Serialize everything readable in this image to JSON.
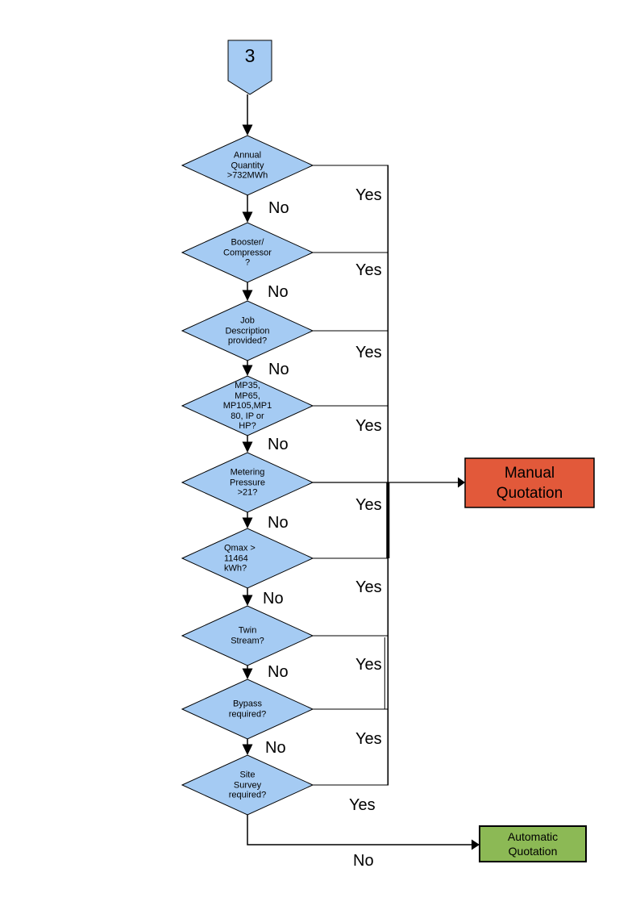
{
  "colors": {
    "node_fill": "#A5CBF3",
    "manual_fill": "#E2593A",
    "automatic_fill": "#8CB955",
    "line": "#000000"
  },
  "connector": {
    "label": "3"
  },
  "branch_labels": {
    "yes": "Yes",
    "no": "No"
  },
  "decisions": [
    {
      "id": "annual-quantity",
      "label": "Annual\nQuantity\n>732MWh",
      "yes_to": "manual-quotation",
      "no_to": "booster-compressor"
    },
    {
      "id": "booster-compressor",
      "label": "Booster/\nCompressor\n?",
      "yes_to": "manual-quotation",
      "no_to": "job-description"
    },
    {
      "id": "job-description",
      "label": "Job\nDescription\nprovided?",
      "yes_to": "manual-quotation",
      "no_to": "meter-type"
    },
    {
      "id": "meter-type",
      "label": "MP35,\nMP65,\nMP105,MP1\n80, IP or\nHP?",
      "yes_to": "manual-quotation",
      "no_to": "metering-pressure"
    },
    {
      "id": "metering-pressure",
      "label": "Metering\nPressure\n>21?",
      "yes_to": "manual-quotation",
      "no_to": "qmax"
    },
    {
      "id": "qmax",
      "label": "Qmax >\n11464\nkWh?",
      "yes_to": "manual-quotation",
      "no_to": "twin-stream"
    },
    {
      "id": "twin-stream",
      "label": "Twin\nStream?",
      "yes_to": "manual-quotation",
      "no_to": "bypass"
    },
    {
      "id": "bypass",
      "label": "Bypass\nrequired?",
      "yes_to": "manual-quotation",
      "no_to": "site-survey"
    },
    {
      "id": "site-survey",
      "label": "Site\nSurvey\nrequired?",
      "yes_to": "manual-quotation",
      "no_to": "automatic-quotation"
    }
  ],
  "outcomes": {
    "manual": {
      "label": "Manual\nQuotation"
    },
    "automatic": {
      "label": "Automatic\nQuotation"
    }
  }
}
